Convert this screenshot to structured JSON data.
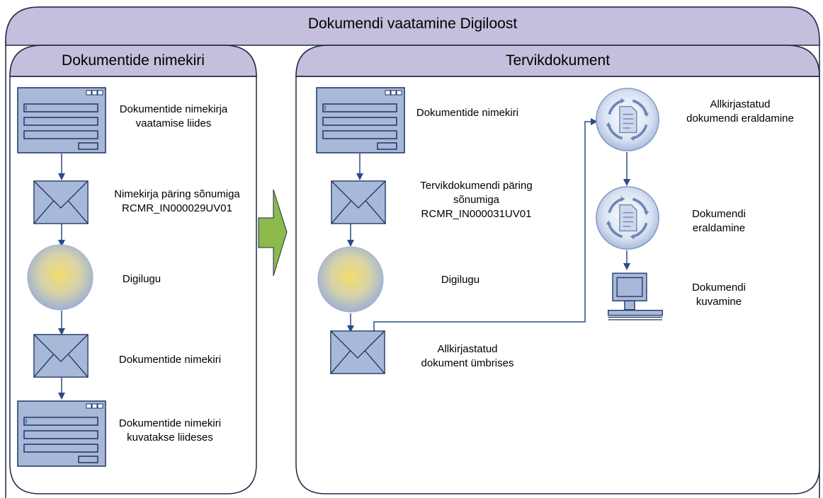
{
  "title": "Dokumendi vaatamine Digiloost",
  "colors": {
    "header_fill": "#c5bedc",
    "outline": "#1f2a44",
    "icon_fill": "#a8b8d8",
    "icon_stroke": "#1e3466",
    "arrow": "#2b4a86",
    "big_arrow": "#8cba4c"
  },
  "left_panel": {
    "title": "Dokumentide nimekiri",
    "steps": [
      {
        "icon": "window-icon",
        "label": "Dokumentide nimekirja\nvaatamise liides"
      },
      {
        "icon": "envelope-icon",
        "label": "Nimekirja päring sõnumiga\nRCMR_IN000029UV01"
      },
      {
        "icon": "globe-icon",
        "label": "Digilugu"
      },
      {
        "icon": "envelope-icon",
        "label": "Dokumentide nimekiri"
      },
      {
        "icon": "window-icon",
        "label": "Dokumentide nimekiri\nkuvatakse liideses"
      }
    ]
  },
  "right_panel": {
    "title": "Tervikdokument",
    "steps": [
      {
        "icon": "window-icon",
        "label": "Dokumentide nimekiri"
      },
      {
        "icon": "envelope-icon",
        "label": "Tervikdokumendi päring\nsõnumiga\nRCMR_IN000031UV01"
      },
      {
        "icon": "globe-icon",
        "label": "Digilugu"
      },
      {
        "icon": "envelope-icon",
        "label": "Allkirjastatud\ndokument ümbrises"
      },
      {
        "icon": "process-icon",
        "label": "Allkirjastatud\ndokumendi eraldamine"
      },
      {
        "icon": "process-icon",
        "label": "Dokumendi\neraldamine"
      },
      {
        "icon": "computer-icon",
        "label": "Dokumendi\nkuvamine"
      }
    ]
  }
}
